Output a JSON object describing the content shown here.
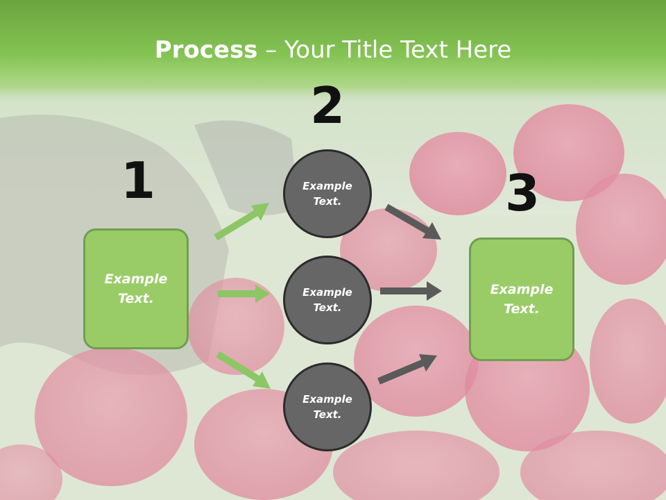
{
  "slide": {
    "title_bold": "Process",
    "title_rest": " – Your Title Text Here",
    "numbers": [
      "1",
      "2",
      "3"
    ],
    "left_box": [
      "Example",
      "Text."
    ],
    "circles": [
      [
        "Example",
        "Text."
      ],
      [
        "Example",
        "Text."
      ],
      [
        "Example",
        "Text."
      ]
    ],
    "right_box": [
      "Example",
      "Text."
    ]
  },
  "colors": {
    "title_green": "#7fbf4d",
    "box_green": "#99cc66",
    "circle_gray": "#666666",
    "arrow_green": "#8cc665",
    "arrow_gray": "#5a5a5a"
  }
}
